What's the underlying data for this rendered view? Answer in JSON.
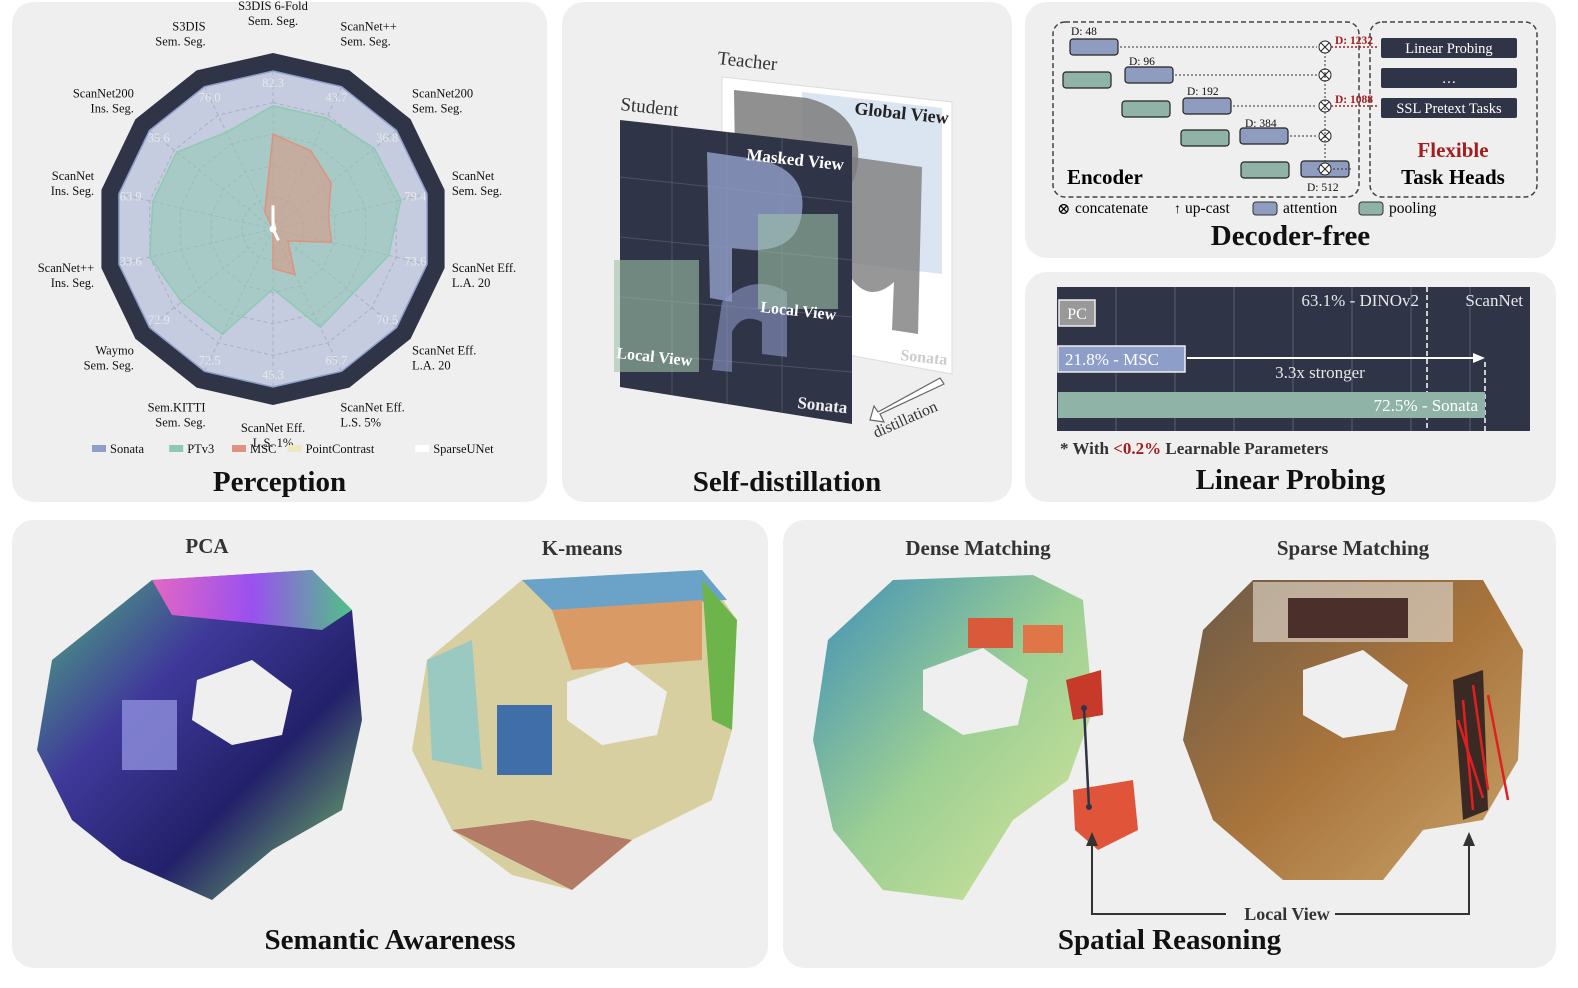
{
  "panels": {
    "perception": "Perception",
    "self_distillation": "Self-distillation",
    "decoder_free": "Decoder-free",
    "linear_probing": "Linear Probing",
    "semantic": "Semantic Awareness",
    "spatial": "Spatial Reasoning"
  },
  "chart_data": {
    "type": "radar",
    "axes": [
      {
        "label": [
          "S3DIS 6-Fold",
          "Sem. Seg."
        ],
        "max_value": "82.3"
      },
      {
        "label": [
          "ScanNet++",
          "Sem. Seg."
        ],
        "max_value": "43.7"
      },
      {
        "label": [
          "ScanNet200",
          "Sem. Seg."
        ],
        "max_value": "36.8"
      },
      {
        "label": [
          "ScanNet",
          "Sem. Seg."
        ],
        "max_value": "79.4"
      },
      {
        "label": [
          "ScanNet Eff.",
          "L.A. 20"
        ],
        "max_value": "73.6"
      },
      {
        "label": [
          "ScanNet Eff.",
          "L.A. 20"
        ],
        "max_value": "70.5"
      },
      {
        "label": [
          "ScanNet Eff.",
          "L.S. 5%"
        ],
        "max_value": "65.7"
      },
      {
        "label": [
          "ScanNet Eff.",
          "L.S. 1%"
        ],
        "max_value": "45.3"
      },
      {
        "label": [
          "Sem.KITTI",
          "Sem. Seg."
        ],
        "max_value": "72.5"
      },
      {
        "label": [
          "Waymo",
          "Sem. Seg."
        ],
        "max_value": "72.9"
      },
      {
        "label": [
          "ScanNet++",
          "Ins. Seg."
        ],
        "max_value": "33.6"
      },
      {
        "label": [
          "ScanNet",
          "Ins. Seg."
        ],
        "max_value": "63.9"
      },
      {
        "label": [
          "ScanNet200",
          "Ins. Seg."
        ],
        "max_value": "35.6"
      },
      {
        "label": [
          "S3DIS",
          "Sem. Seg."
        ],
        "max_value": "76.0"
      }
    ],
    "series": [
      {
        "name": "Sonata",
        "color": "#8d9ec9",
        "values": [
          1,
          1,
          1,
          1,
          1,
          1,
          1,
          1,
          1,
          1,
          1,
          1,
          1,
          1
        ]
      },
      {
        "name": "PTv3",
        "color": "#8ec9b1",
        "values": [
          0.78,
          0.78,
          0.82,
          0.83,
          0.75,
          0.65,
          0.69,
          0.38,
          0.74,
          0.74,
          0.8,
          0.78,
          0.78,
          0.68
        ]
      },
      {
        "name": "MSC",
        "color": "#dd937f",
        "values": [
          0.6,
          0.55,
          0.47,
          0.36,
          0.38,
          0.12,
          0.32,
          0.25,
          0.0,
          0.0,
          0.0,
          0.0,
          0.0,
          0.12
        ]
      },
      {
        "name": "PointContrast",
        "color": "#ece9c1",
        "values": [
          0.05,
          0.02,
          0.0,
          0.0,
          0.0,
          0.0,
          0.0,
          0.0,
          0.0,
          0.0,
          0.0,
          0.0,
          0.0,
          0.0
        ]
      },
      {
        "name": "SparseUNet",
        "color": "#ffffff",
        "values": [
          0.15,
          0.0,
          0.0,
          0.0,
          0.0,
          0.0,
          0.08,
          0.0,
          0.0,
          0.0,
          0.0,
          0.02,
          0.0,
          0.0
        ]
      }
    ]
  },
  "self_distill": {
    "teacher": "Teacher",
    "student": "Student",
    "global_view": "Global View",
    "masked_view": "Masked View",
    "local_view_1": "Local View",
    "local_view_2": "Local View",
    "brand_1": "Sonata",
    "brand_2": "Sonata",
    "distillation": "distillation"
  },
  "decoder": {
    "dims": [
      "D: 48",
      "D: 96",
      "D: 192",
      "D: 384",
      "D: 512"
    ],
    "d_top": "D: 1232",
    "d_mid": "D: 1088",
    "encoder": "Encoder",
    "heads": [
      "Linear Probing",
      "…",
      "SSL Pretext Tasks"
    ],
    "flexible": "Flexible",
    "task_heads": "Task Heads",
    "legend": {
      "concat": "concatenate",
      "upcast": "up-cast",
      "attention": "attention",
      "pooling": "pooling"
    },
    "colors": {
      "attention": "#8e9dbf",
      "pooling": "#8fb3a6"
    }
  },
  "probe": {
    "pc": "PC",
    "dinov2": "63.1% - DINOv2",
    "scannet": "ScanNet",
    "msc": "21.8% - MSC",
    "stronger": "3.3x stronger",
    "sonata": "72.5% - Sonata",
    "note_a": "* With ",
    "note_b": "<0.2%",
    "note_c": " Learnable Parameters"
  },
  "views": {
    "pca": "PCA",
    "kmeans": "K-means",
    "dense": "Dense Matching",
    "sparse": "Sparse Matching",
    "local_view": "Local View"
  }
}
